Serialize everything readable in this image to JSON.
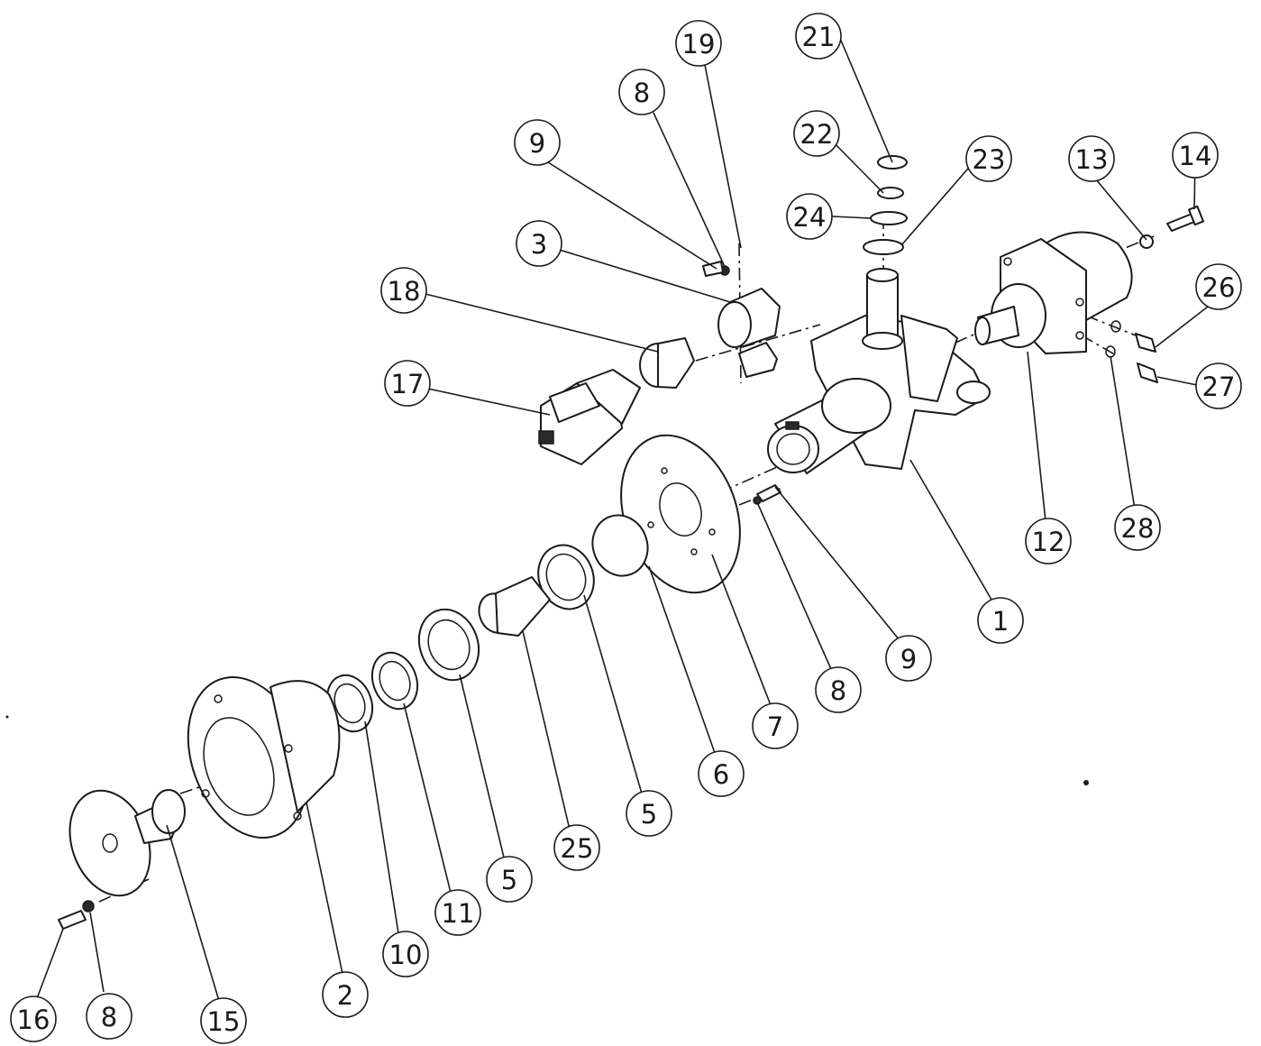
{
  "callouts": [
    {
      "id": "c21",
      "label": "21"
    },
    {
      "id": "c19",
      "label": "19"
    },
    {
      "id": "c8a",
      "label": "8"
    },
    {
      "id": "c22",
      "label": "22"
    },
    {
      "id": "c9a",
      "label": "9"
    },
    {
      "id": "c23",
      "label": "23"
    },
    {
      "id": "c13",
      "label": "13"
    },
    {
      "id": "c14",
      "label": "14"
    },
    {
      "id": "c24",
      "label": "24"
    },
    {
      "id": "c3",
      "label": "3"
    },
    {
      "id": "c18",
      "label": "18"
    },
    {
      "id": "c26",
      "label": "26"
    },
    {
      "id": "c17",
      "label": "17"
    },
    {
      "id": "c27",
      "label": "27"
    },
    {
      "id": "c28",
      "label": "28"
    },
    {
      "id": "c12",
      "label": "12"
    },
    {
      "id": "c1",
      "label": "1"
    },
    {
      "id": "c9b",
      "label": "9"
    },
    {
      "id": "c8b",
      "label": "8"
    },
    {
      "id": "c7",
      "label": "7"
    },
    {
      "id": "c6",
      "label": "6"
    },
    {
      "id": "c5a",
      "label": "5"
    },
    {
      "id": "c25",
      "label": "25"
    },
    {
      "id": "c5b",
      "label": "5"
    },
    {
      "id": "c11",
      "label": "11"
    },
    {
      "id": "c10",
      "label": "10"
    },
    {
      "id": "c2",
      "label": "2"
    },
    {
      "id": "c15",
      "label": "15"
    },
    {
      "id": "c8c",
      "label": "8"
    },
    {
      "id": "c16",
      "label": "16"
    }
  ]
}
